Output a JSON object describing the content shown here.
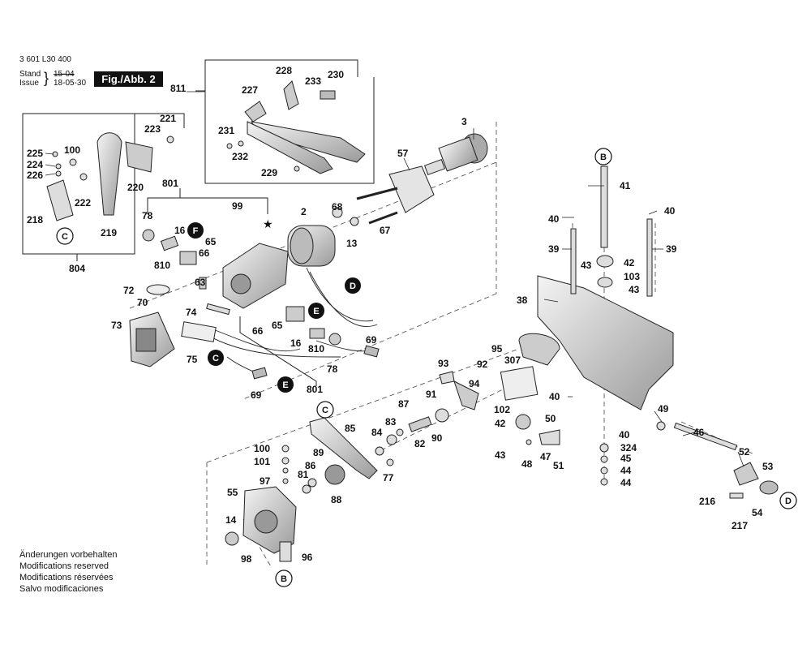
{
  "header": {
    "part_number": "3 601 L30 400",
    "stand_label": "Stand",
    "issue_label": "Issue",
    "stand_date": "15-04",
    "issue_date": "18-05-30",
    "figure": "Fig./Abb. 2"
  },
  "notes": [
    "Änderungen vorbehalten",
    "Modifications reserved",
    "Modifications réservées",
    "Salvo modificaciones"
  ],
  "assembly_groups": {
    "g811": "811",
    "g804": "804",
    "g801": "801",
    "g801b": "801"
  },
  "parts": {
    "p2": "2",
    "p3": "3",
    "p13": "13",
    "p14": "14",
    "p16": "16",
    "p16b": "16",
    "p38": "38",
    "p39a": "39",
    "p39b": "39",
    "p40a": "40",
    "p40b": "40",
    "p40c": "40",
    "p40d": "40",
    "p41": "41",
    "p42": "42",
    "p42b": "42",
    "p43a": "43",
    "p43b": "43",
    "p43c": "43",
    "p44a": "44",
    "p44b": "44",
    "p45": "45",
    "p46": "46",
    "p47": "47",
    "p48": "48",
    "p49": "49",
    "p50": "50",
    "p51": "51",
    "p52": "52",
    "p53": "53",
    "p54": "54",
    "p55": "55",
    "p57": "57",
    "p63": "63",
    "p65": "65",
    "p65b": "65",
    "p66": "66",
    "p66b": "66",
    "p67": "67",
    "p68": "68",
    "p69": "69",
    "p69b": "69",
    "p70": "70",
    "p72": "72",
    "p73": "73",
    "p74": "74",
    "p75": "75",
    "p77": "77",
    "p78": "78",
    "p78b": "78",
    "p81": "81",
    "p82": "82",
    "p83": "83",
    "p84": "84",
    "p85": "85",
    "p86": "86",
    "p87": "87",
    "p88": "88",
    "p89": "89",
    "p90": "90",
    "p91": "91",
    "p92": "92",
    "p93": "93",
    "p94": "94",
    "p95": "95",
    "p96": "96",
    "p97": "97",
    "p98": "98",
    "p99": "99",
    "p100": "100",
    "p100b": "100",
    "p101": "101",
    "p102": "102",
    "p103": "103",
    "p216": "216",
    "p217": "217",
    "p218": "218",
    "p219": "219",
    "p220": "220",
    "p221": "221",
    "p222": "222",
    "p223": "223",
    "p224": "224",
    "p225": "225",
    "p226": "226",
    "p227": "227",
    "p228": "228",
    "p229": "229",
    "p230": "230",
    "p231": "231",
    "p232": "232",
    "p233": "233",
    "p307": "307",
    "p324": "324",
    "p810": "810",
    "p810b": "810"
  },
  "callouts": {
    "F": "F",
    "D": "D",
    "Dd": "D",
    "E": "E",
    "Ee": "E",
    "C": "C",
    "Cc": "C",
    "Ccc": "C",
    "B": "B",
    "Bb": "B"
  },
  "symbols": {
    "star": "★"
  }
}
